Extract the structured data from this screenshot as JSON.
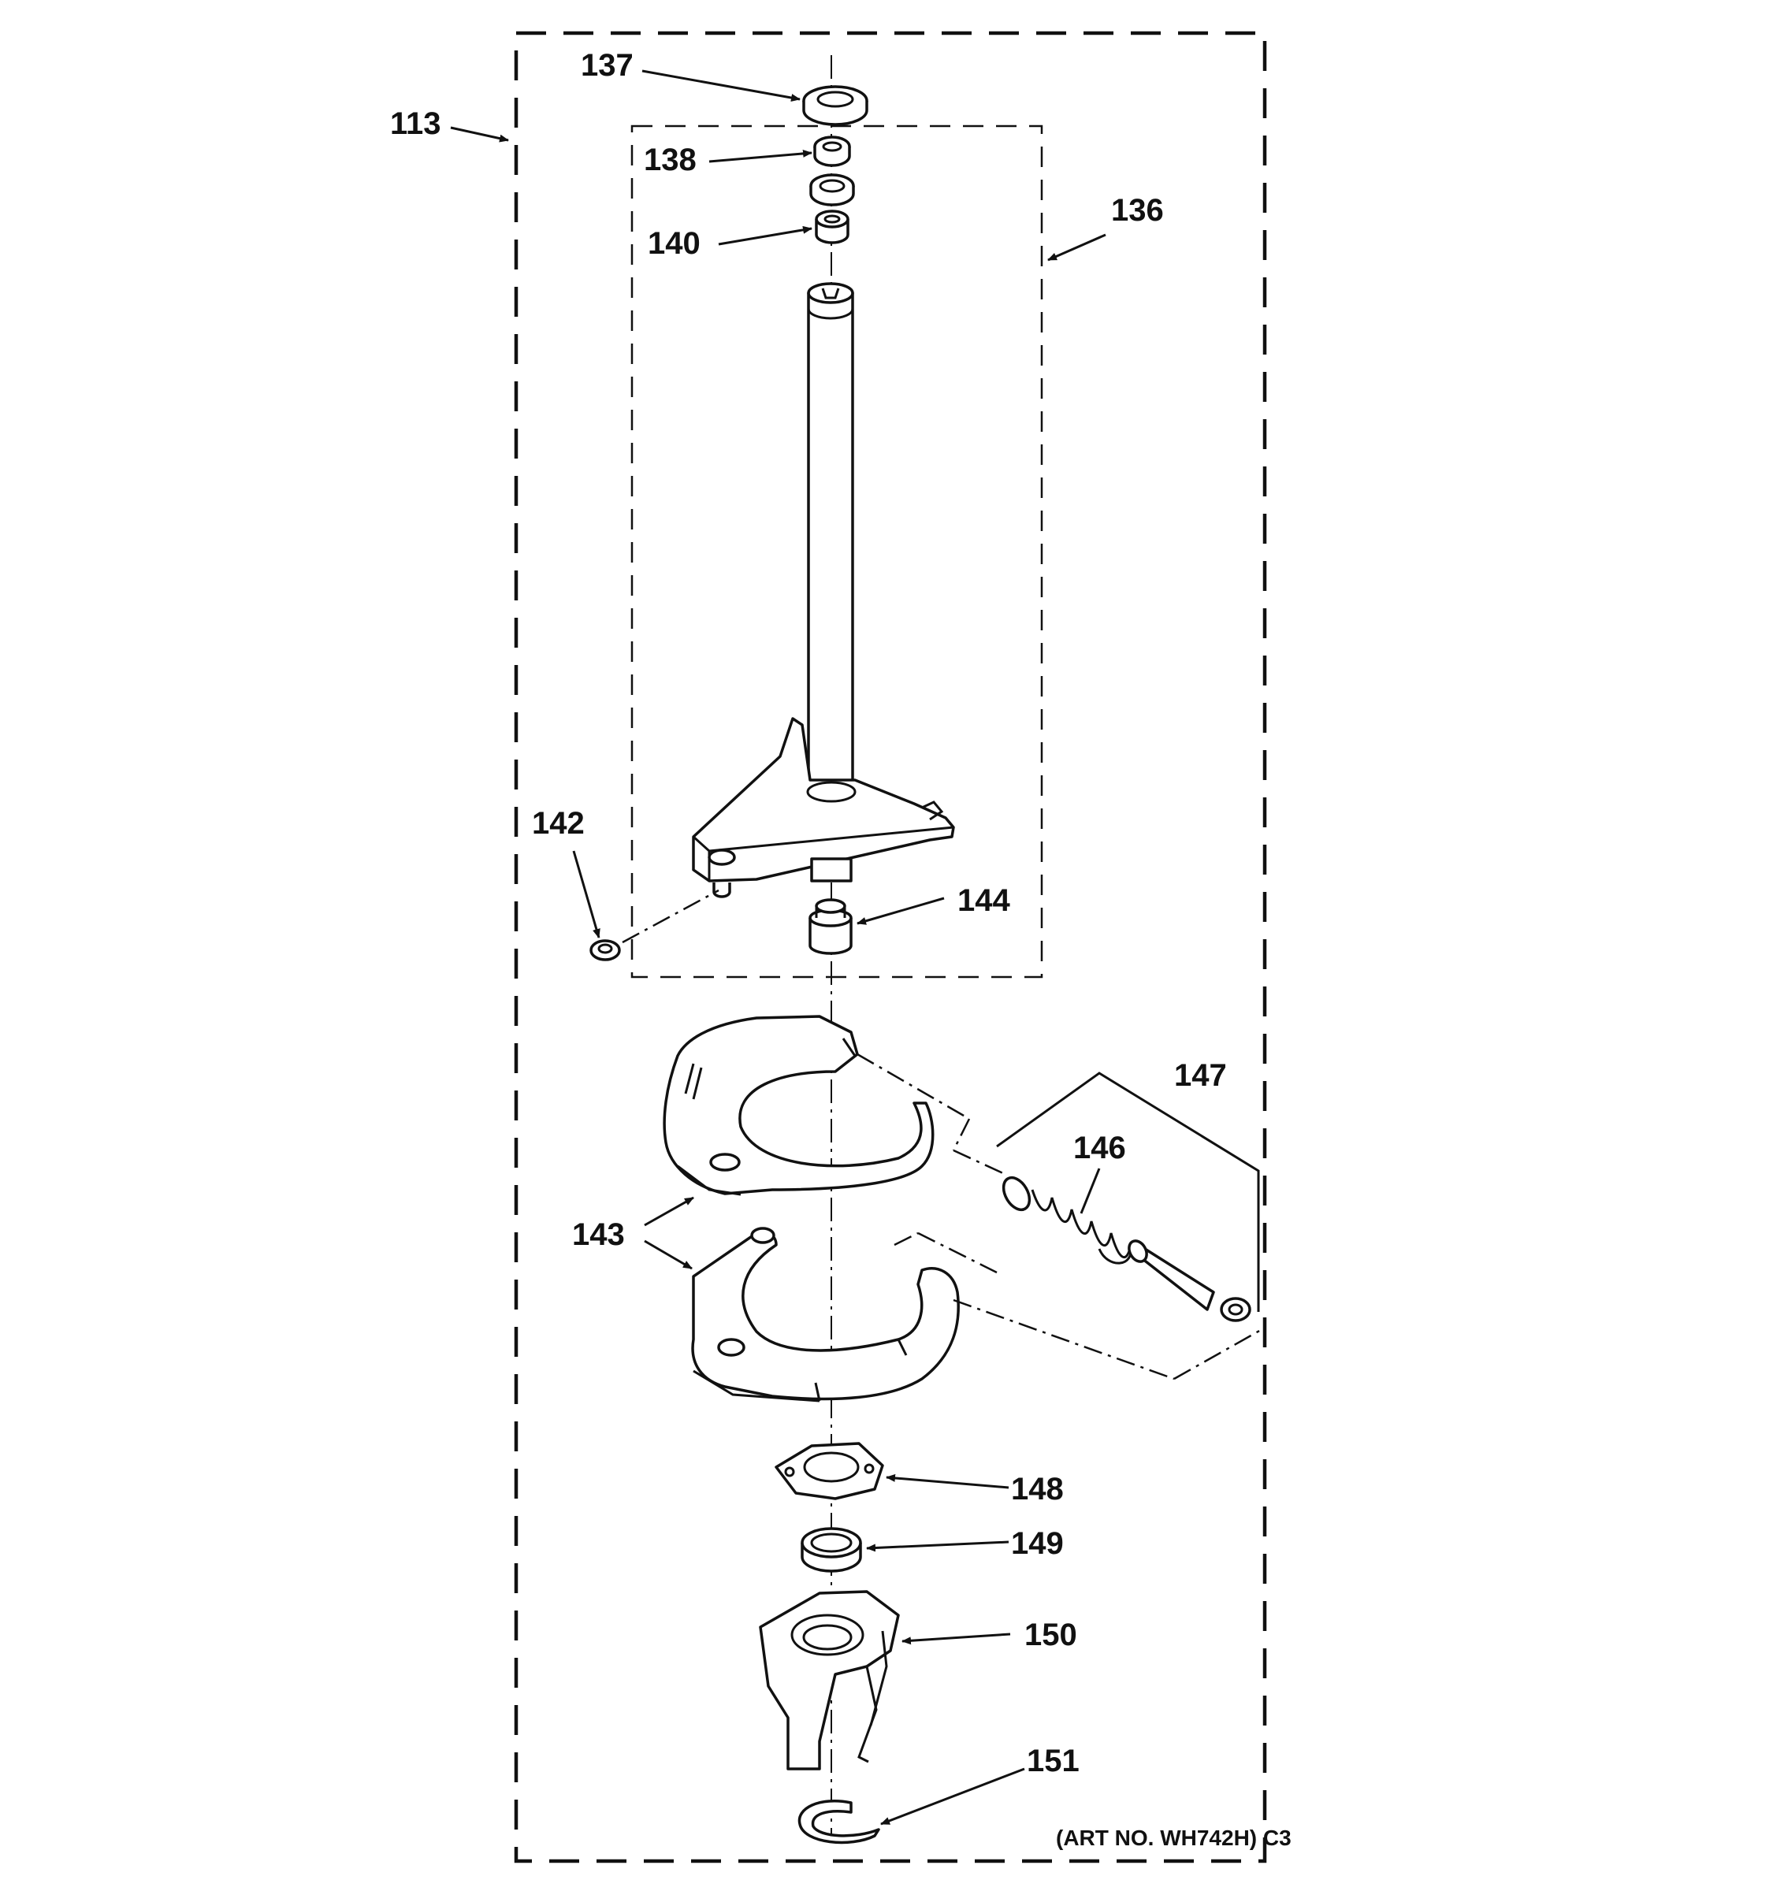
{
  "callouts": {
    "c113": "113",
    "c136": "136",
    "c137": "137",
    "c138": "138",
    "c140": "140",
    "c142": "142",
    "c143": "143",
    "c144": "144",
    "c146": "146",
    "c147": "147",
    "c148": "148",
    "c149": "149",
    "c150": "150",
    "c151": "151"
  },
  "art_number": "(ART NO. WH742H) C3",
  "colors": {
    "ink": "#111111",
    "background": "#ffffff"
  }
}
